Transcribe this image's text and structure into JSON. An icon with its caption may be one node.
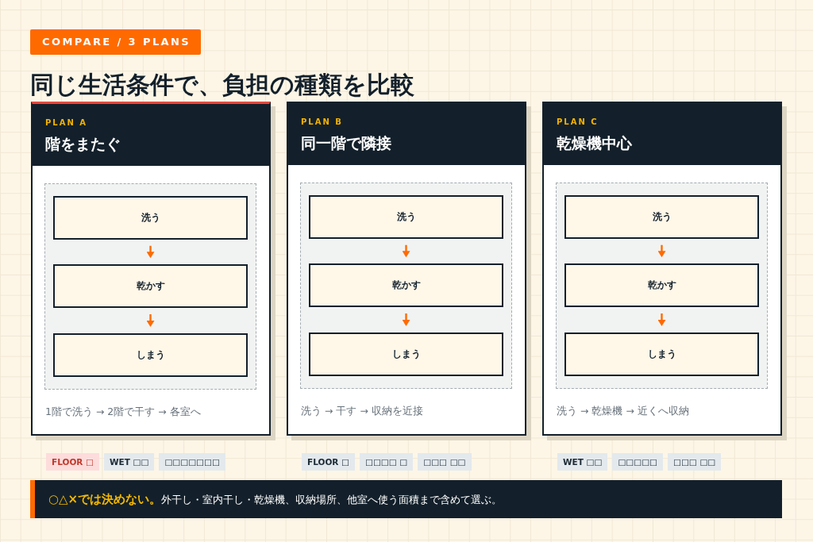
{
  "diagram": {
    "title": "同じ生活条件で、負担の種類を比較",
    "caption": "**○△×では決めない。**外干し・室内干し・乾燥機、収納場所、他室へ使う面積まで含めて選ぶ。",
    "labels": [
      "COMPARE / 3 PLANS"
    ],
    "nodes": [
      {
        "text": [
          "PLAN A",
          "階をまたぐ",
          "1階で洗う → 2階で干す → 各室へ"
        ],
        "beside": [
          "FLOOR □",
          "WET □□",
          "□□□□□□□"
        ]
      },
      {
        "text": [],
        "shape": "box",
        "in": 0
      },
      {
        "text": [
          "洗う"
        ],
        "in": 1
      },
      {
        "text": [
          "乾かす"
        ],
        "in": 1
      },
      {
        "text": [
          "しまう"
        ],
        "in": 1
      },
      {
        "text": [
          "PLAN B",
          "同一階で隣接",
          "洗う → 干す → 収納を近接"
        ],
        "beside": [
          "FLOOR □",
          "□□□□ □",
          "□□□ □□"
        ]
      },
      {
        "text": [],
        "shape": "box",
        "in": 5
      },
      {
        "text": [
          "洗う"
        ],
        "in": 6
      },
      {
        "text": [
          "乾かす"
        ],
        "in": 6
      },
      {
        "text": [
          "しまう"
        ],
        "in": 6
      },
      {
        "text": [
          "PLAN C",
          "乾燥機中心",
          "洗う → 乾燥機 → 近くへ収納"
        ],
        "beside": [
          "WET □□",
          "□□□□□",
          "□□□ □□"
        ]
      },
      {
        "text": [],
        "shape": "box",
        "in": 10
      },
      {
        "text": [
          "洗う"
        ],
        "in": 11
      },
      {
        "text": [
          "乾かす"
        ],
        "in": 11
      },
      {
        "text": [
          "しまう"
        ],
        "in": 11
      }
    ],
    "edges": [
      {
        "from": 2,
        "to": 3,
        "arrow": "to"
      },
      {
        "from": 3,
        "to": 4,
        "arrow": "to"
      },
      {
        "from": 7,
        "to": 8,
        "arrow": "to"
      },
      {
        "from": 8,
        "to": 9,
        "arrow": "to"
      },
      {
        "from": 12,
        "to": 13,
        "arrow": "to"
      },
      {
        "from": 13,
        "to": 14,
        "arrow": "to"
      }
    ]
  }
}
